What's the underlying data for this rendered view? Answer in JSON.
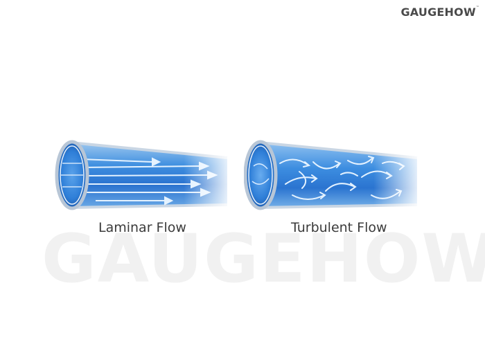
{
  "brand": {
    "logo_text": "GAUGEHOW",
    "watermark_text": "GAUGEHOW"
  },
  "panels": [
    {
      "label": "Laminar Flow"
    },
    {
      "label": "Turbulent Flow"
    }
  ],
  "colors": {
    "flow_blue": "#2f7fd8",
    "pipe_glass": "#a9b8c8",
    "arrow_light": "#d8ecff",
    "text": "#3a3a3a"
  }
}
